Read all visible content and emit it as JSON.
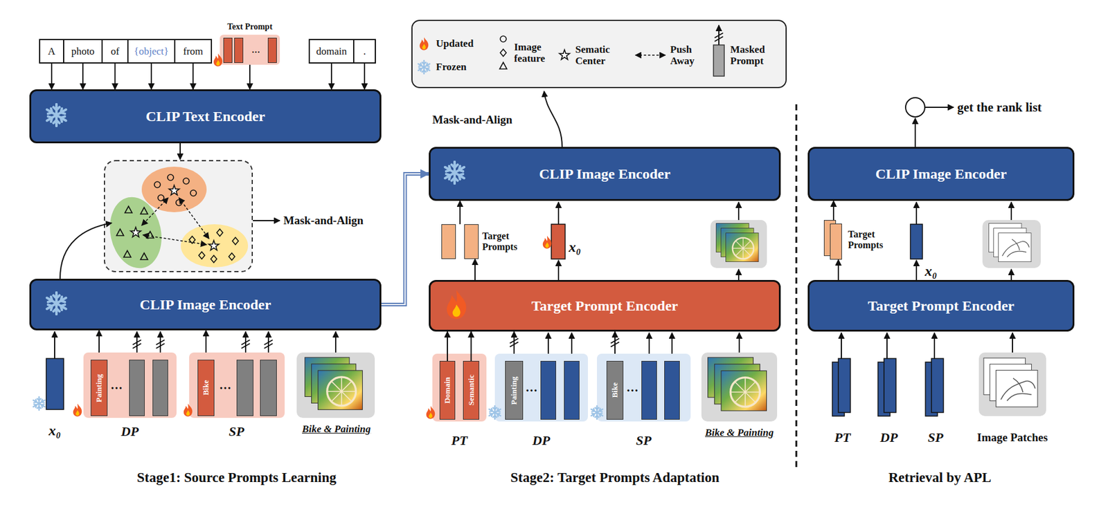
{
  "diagram": {
    "nodes": [
      {
        "text": [
          "A"
        ]
      },
      {
        "text": [
          "photo"
        ]
      },
      {
        "text": [
          "of"
        ]
      },
      {
        "text": [
          "{object}"
        ]
      },
      {
        "text": [
          "from"
        ]
      },
      {
        "text": [
          "Text Prompt",
          "…"
        ]
      },
      {
        "text": [
          "domain"
        ]
      },
      {
        "text": [
          "."
        ]
      },
      {
        "text": [
          "CLIP Text Encoder"
        ]
      },
      {
        "text": [
          "CLIP Image Encoder"
        ]
      },
      {
        "text": [
          "…"
        ]
      },
      {
        "text": [
          "Painting"
        ],
        "in": 10
      },
      {
        "text": [
          "…"
        ]
      },
      {
        "text": [
          "Bike"
        ],
        "in": 12
      },
      {
        "text": [
          "CLIP Image Encoder"
        ]
      },
      {
        "text": [
          "Target Prompts"
        ]
      },
      {
        "text": [
          "Target Prompt Encoder"
        ]
      },
      {
        "text": [
          "Domain"
        ]
      },
      {
        "text": [
          "Semantic"
        ]
      },
      {
        "text": [
          "…"
        ]
      },
      {
        "text": [
          "Painting"
        ],
        "in": 19
      },
      {
        "text": [
          "…"
        ]
      },
      {
        "text": [
          "Bike"
        ],
        "in": 21
      },
      {
        "text": [
          "CLIP Image Encoder"
        ]
      },
      {
        "text": [
          "Target Prompts"
        ]
      },
      {
        "text": [
          "Target Prompt Encoder"
        ]
      }
    ],
    "edges": [
      {
        "from": 0,
        "to": 8,
        "arrow": "to"
      },
      {
        "from": 1,
        "to": 8,
        "arrow": "to"
      },
      {
        "from": 2,
        "to": 8,
        "arrow": "to"
      },
      {
        "from": 3,
        "to": 8,
        "arrow": "to"
      },
      {
        "from": 4,
        "to": 8,
        "arrow": "to"
      },
      {
        "from": 5,
        "to": 8,
        "arrow": "to"
      },
      {
        "from": 6,
        "to": 8,
        "arrow": "to"
      },
      {
        "from": 7,
        "to": 8,
        "arrow": "to"
      },
      {
        "from": 9,
        "to": 14,
        "arrow": "to"
      },
      {
        "from": 11,
        "to": 9,
        "arrow": "to"
      },
      {
        "from": 13,
        "to": 9,
        "arrow": "to"
      },
      {
        "from": 16,
        "to": 15,
        "arrow": "to"
      },
      {
        "from": 15,
        "to": 14,
        "arrow": "to"
      },
      {
        "from": 17,
        "to": 16,
        "arrow": "to"
      },
      {
        "from": 18,
        "to": 16,
        "arrow": "to"
      },
      {
        "from": 20,
        "to": 16,
        "arrow": "to"
      },
      {
        "from": 22,
        "to": 16,
        "arrow": "to"
      },
      {
        "from": 25,
        "to": 24,
        "arrow": "to"
      },
      {
        "from": 24,
        "to": 23,
        "arrow": "to"
      }
    ],
    "labels": [
      "Mask-and-Align",
      "x₀",
      "DP",
      "SP",
      "Bike & Painting",
      "Stage1: Source Prompts Learning",
      "Mask-and-Align",
      "x₀",
      "PT",
      "DP",
      "SP",
      "Bike & Painting",
      "Stage2: Target Prompts Adaptation",
      "get the rank list",
      "x₀",
      "PT",
      "DP",
      "SP",
      "Image Patches",
      "Retrieval by APL"
    ],
    "legend": [
      {
        "text": "Updated"
      },
      {
        "text": "Frozen"
      },
      {
        "text": "Image feature"
      },
      {
        "text": "Sematic Center"
      },
      {
        "text": "Push Away"
      },
      {
        "text": "Masked Prompt"
      }
    ]
  }
}
